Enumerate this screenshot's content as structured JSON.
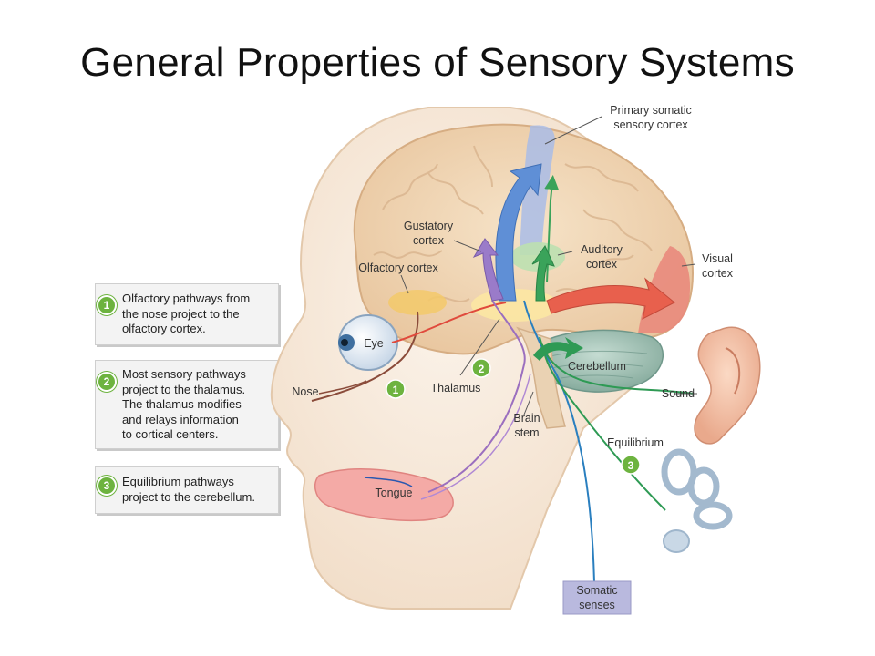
{
  "title": "General Properties of Sensory Systems",
  "notes": [
    {
      "number": "1",
      "text": "Olfactory pathways from\nthe nose project to the\nolfactory cortex."
    },
    {
      "number": "2",
      "text": "Most sensory pathways\nproject to the thalamus.\nThe thalamus modifies\nand relays information\nto cortical centers."
    },
    {
      "number": "3",
      "text": "Equilibrium pathways\nproject to the cerebellum."
    }
  ],
  "labels": {
    "primary_somatic_1": "Primary somatic",
    "primary_somatic_2": "sensory cortex",
    "gustatory_1": "Gustatory",
    "gustatory_2": "cortex",
    "auditory_1": "Auditory",
    "auditory_2": "cortex",
    "visual_1": "Visual",
    "visual_2": "cortex",
    "olfactory": "Olfactory cortex",
    "eye": "Eye",
    "nose": "Nose",
    "thalamus": "Thalamus",
    "cerebellum": "Cerebellum",
    "sound": "Sound",
    "brain_1": "Brain",
    "brain_2": "stem",
    "equilibrium": "Equilibrium",
    "tongue": "Tongue",
    "somatic_1": "Somatic",
    "somatic_2": "senses"
  },
  "markers": {
    "m1": "1",
    "m2": "2",
    "m3": "3"
  },
  "colors": {
    "badge_green": "#6db33f",
    "brain": "#f2d7b6",
    "skin": "#f7e9d8",
    "somatic_blue": "#6f8fd0",
    "visual_red": "#e8735f",
    "auditory_green": "#3aa35a",
    "gustatory_purple": "#9b7fc6",
    "cerebellum": "#9fc0b4"
  }
}
